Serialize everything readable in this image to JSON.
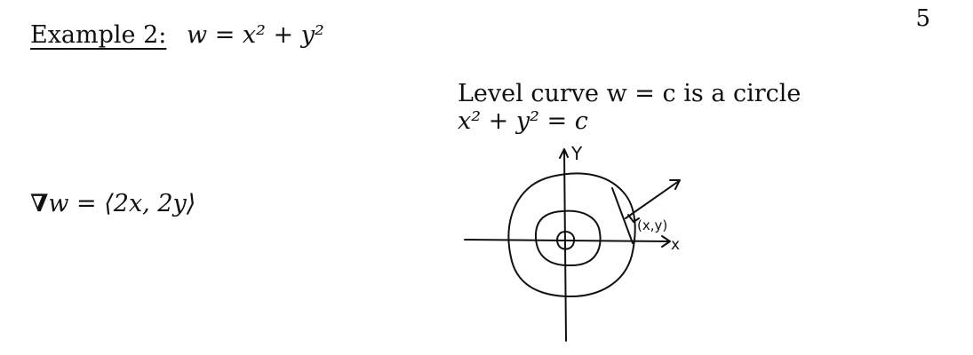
{
  "page_number": "5",
  "heading": {
    "label": "Example 2:",
    "formula": "w = x² + y²"
  },
  "gradient": {
    "symbol": "∇",
    "formula": "w = ⟨2x, 2y⟩"
  },
  "level_curve": {
    "line1": "Level curve w = c is a circle",
    "line2": "x² + y² = c"
  },
  "sketch": {
    "y_axis_label": "Y",
    "x_axis_label": "x",
    "point_label": "(x,y)"
  }
}
